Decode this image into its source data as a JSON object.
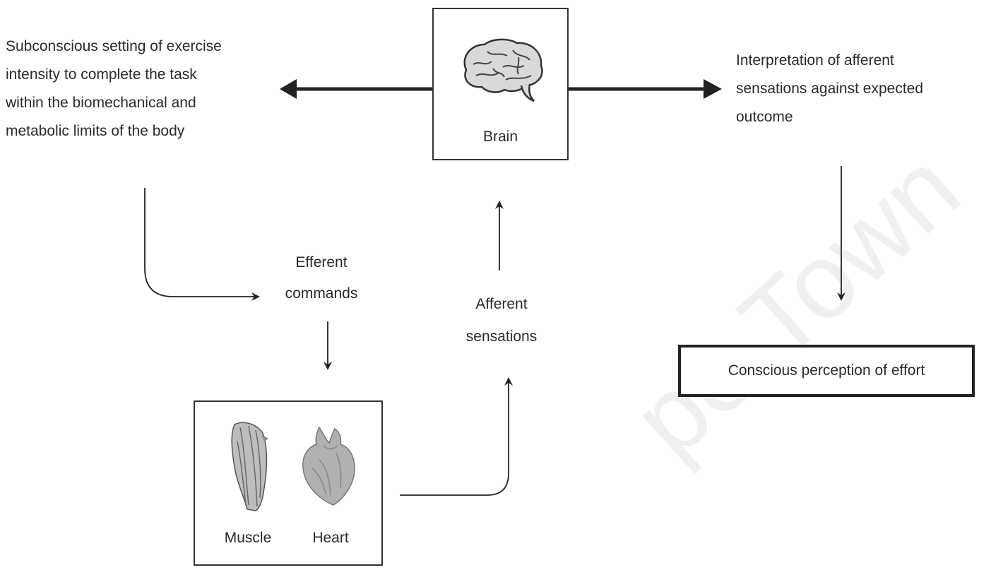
{
  "labels": {
    "subconscious": "Subconscious setting of exercise\nintensity to complete the task\nwithin the biomechanical and\nmetabolic limits of the body",
    "interpretation": "Interpretation of afferent\nsensations against expected\noutcome",
    "efferent": "Efferent\ncommands",
    "afferent": "Afferent\nsensations",
    "conscious": "Conscious perception of effort",
    "brain": "Brain",
    "muscle": "Muscle",
    "heart": "Heart"
  },
  "watermark": "pe Town",
  "icons": {
    "brain": "brain-icon",
    "muscle": "muscle-icon",
    "heart": "heart-icon"
  }
}
